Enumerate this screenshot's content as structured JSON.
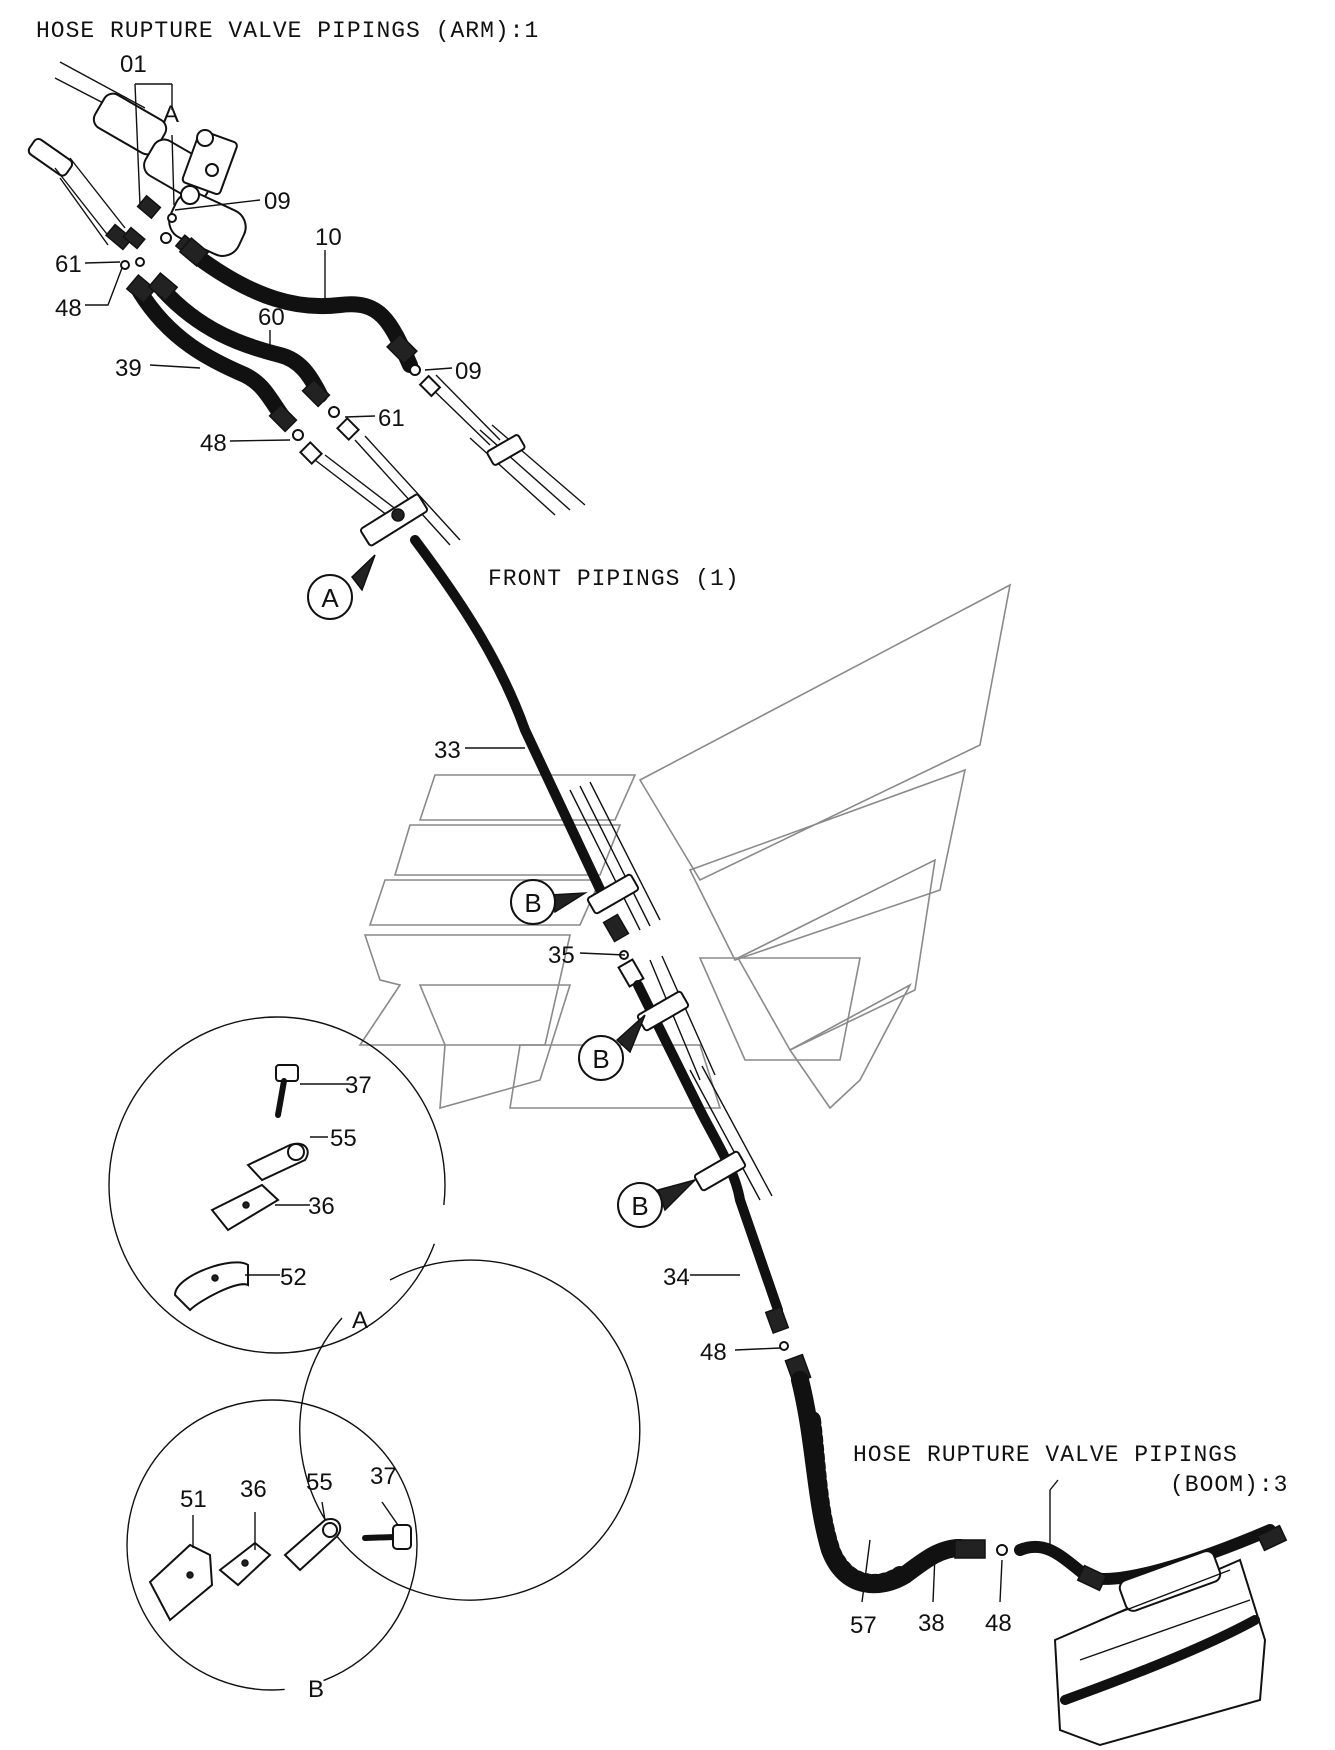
{
  "titles": {
    "arm": "HOSE RUPTURE VALVE PIPINGS (ARM):1",
    "front": "FRONT PIPINGS (1)",
    "boom_line1": "HOSE RUPTURE VALVE PIPINGS",
    "boom_line2": "(BOOM):3"
  },
  "part_labels": [
    {
      "id": "p01",
      "text": "01"
    },
    {
      "id": "pA",
      "text": "A"
    },
    {
      "id": "p09a",
      "text": "09"
    },
    {
      "id": "p10",
      "text": "10"
    },
    {
      "id": "p61a",
      "text": "61"
    },
    {
      "id": "p48a",
      "text": "48"
    },
    {
      "id": "p60",
      "text": "60"
    },
    {
      "id": "p39",
      "text": "39"
    },
    {
      "id": "p09b",
      "text": "09"
    },
    {
      "id": "p61b",
      "text": "61"
    },
    {
      "id": "p48b",
      "text": "48"
    },
    {
      "id": "p33",
      "text": "33"
    },
    {
      "id": "p35",
      "text": "35"
    },
    {
      "id": "p34",
      "text": "34"
    },
    {
      "id": "p48c",
      "text": "48"
    },
    {
      "id": "p57",
      "text": "57"
    },
    {
      "id": "p38",
      "text": "38"
    },
    {
      "id": "p48d",
      "text": "48"
    }
  ],
  "callouts": {
    "a_main": "A",
    "b1": "B",
    "b2": "B",
    "b3": "B"
  },
  "detail_a": {
    "name": "A",
    "labels": {
      "p37": "37",
      "p55": "55",
      "p36": "36",
      "p52": "52"
    }
  },
  "detail_b": {
    "name": "B",
    "labels": {
      "p51": "51",
      "p36": "36",
      "p55": "55",
      "p37": "37"
    }
  }
}
